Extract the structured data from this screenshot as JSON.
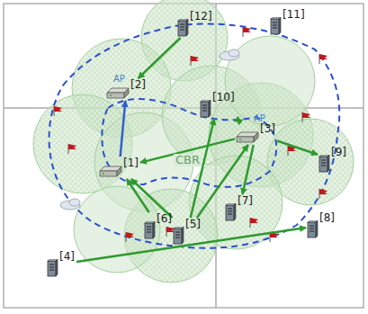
{
  "diagram": {
    "nodes": [
      {
        "text": [
          "[12]"
        ]
      },
      {
        "text": [
          "[11]"
        ]
      },
      {
        "text": [
          "[2]"
        ]
      },
      {
        "text": [
          "[10]"
        ]
      },
      {
        "text": [
          "[3]"
        ]
      },
      {
        "text": [
          "[1]"
        ]
      },
      {
        "text": [
          "[9]"
        ]
      },
      {
        "text": [
          "[7]"
        ]
      },
      {
        "text": [
          "[6]"
        ]
      },
      {
        "text": [
          "[5]"
        ]
      },
      {
        "text": [
          "[8]"
        ]
      },
      {
        "text": [
          "[4]"
        ]
      }
    ],
    "edges": [
      {
        "from": 0,
        "to": 2,
        "arrow": "to"
      },
      {
        "from": 5,
        "to": 2,
        "arrow": "to"
      },
      {
        "from": 3,
        "to": 4,
        "arrow": "both"
      },
      {
        "from": 4,
        "to": 5,
        "arrow": "to",
        "label": "CBR"
      },
      {
        "from": 4,
        "to": 6,
        "arrow": "to"
      },
      {
        "from": 4,
        "to": 7,
        "arrow": "to"
      },
      {
        "from": 8,
        "to": 5,
        "arrow": "to"
      },
      {
        "from": 9,
        "to": 5,
        "arrow": "to"
      },
      {
        "from": 9,
        "to": 3,
        "arrow": "to"
      },
      {
        "from": 9,
        "to": 4,
        "arrow": "to"
      },
      {
        "from": 11,
        "to": 10,
        "arrow": "to"
      }
    ],
    "labels": [
      "AP",
      "AP"
    ]
  }
}
